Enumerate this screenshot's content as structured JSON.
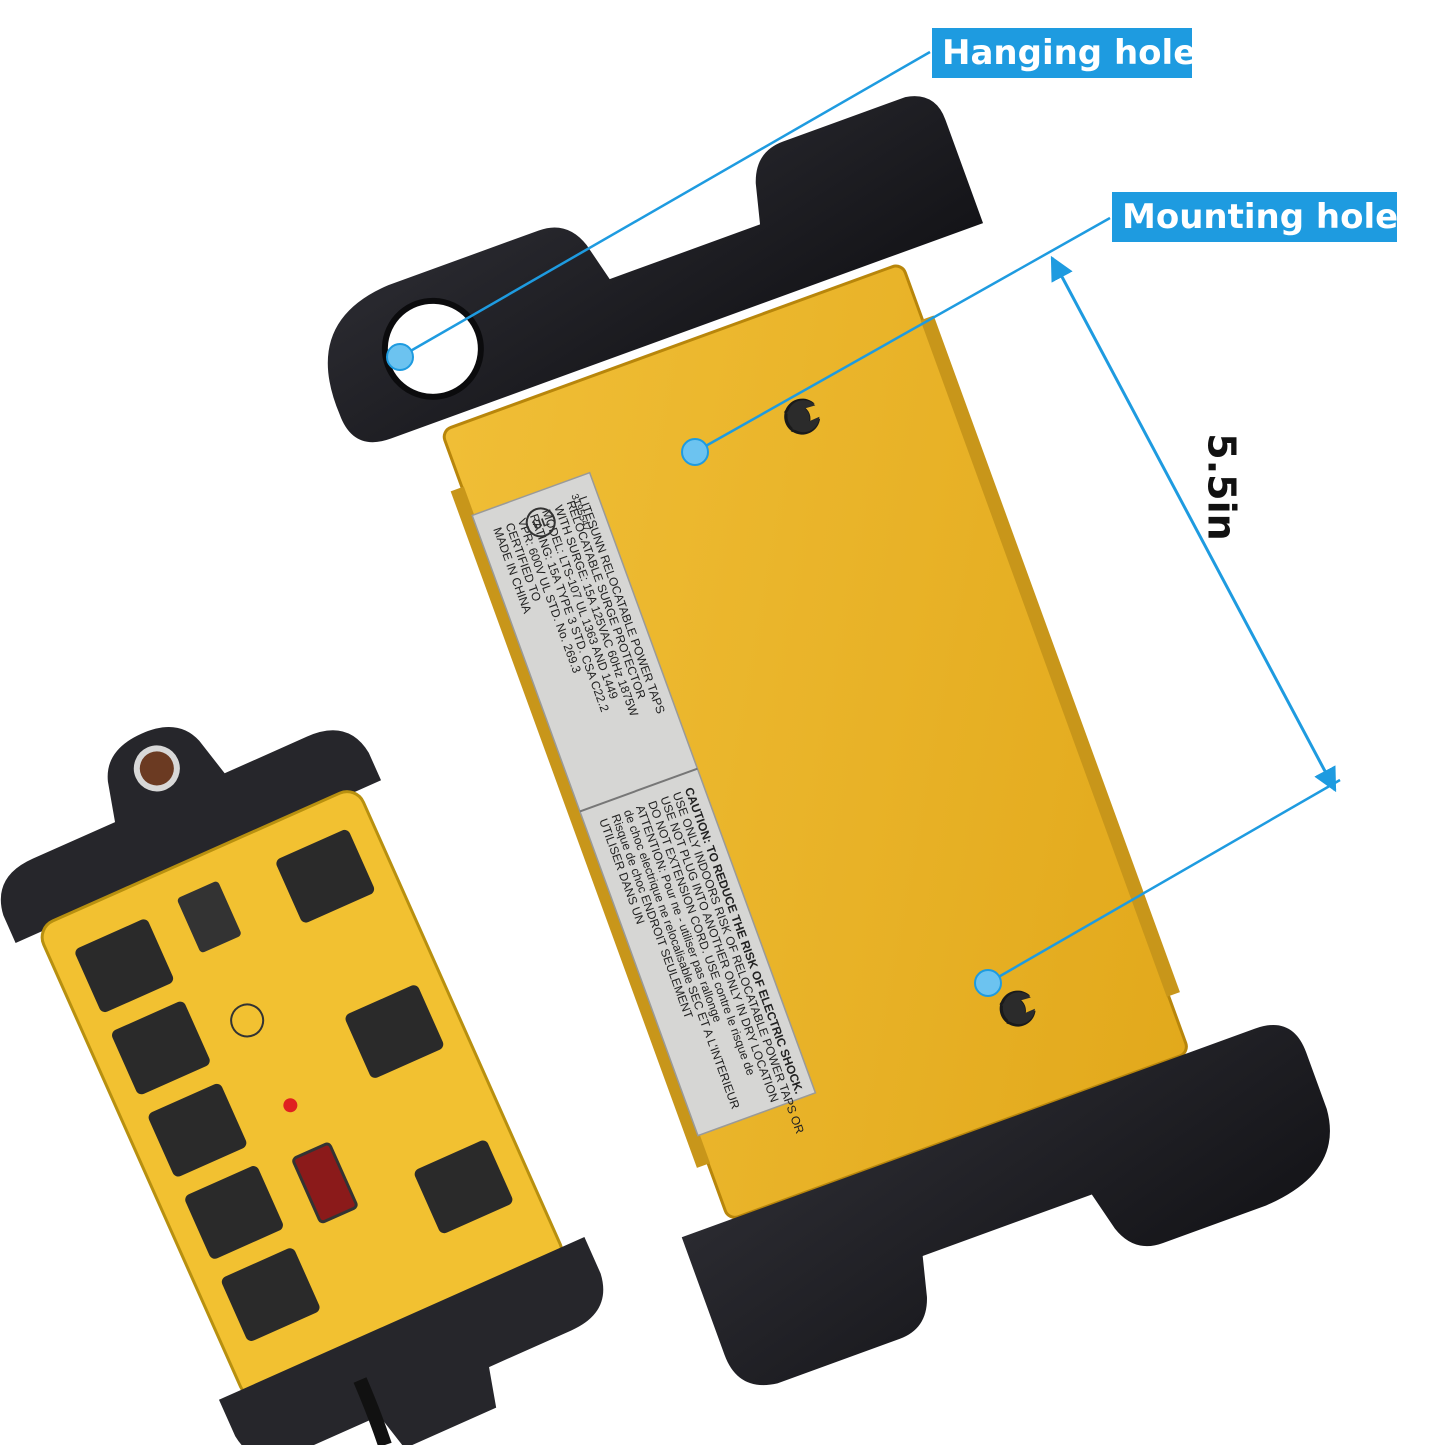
{
  "callouts": {
    "hanging_hole": "Hanging hole",
    "mounting_hole": "Mounting hole"
  },
  "dimension": {
    "spacing_label": "5.5in"
  },
  "label_text": {
    "ratings_lines": [
      "LITESUNN RELOCATABLE POWER TAPS",
      "RELOCATABLE SURGE PROTECTOR",
      "WITH SURGE: 15A 125VAC 60Hz 1875W",
      "MODEL: LTS-107 UL 1363 AND 1449",
      "RATING: 15A TYPE 3 STD. CSA C22.2",
      "VPR: 600V UL STD. No. 269.3",
      "CERTIFIED TO",
      "MADE IN CHINA"
    ],
    "caution_lines": [
      "CAUTION: TO REDUCE THE RISK OF ELECTRIC SHOCK.",
      "USE ONLY INDOORS RISK OF RELOCATABLE POWER TAPS OR",
      "USE NOT PLUG INTO ANOTHER ONLY IN DRY LOCATION",
      "DO NOT EXTENSION CORD. USE contre le risque de",
      "ATTENTION: Pour ne - utiliser pas rallonge",
      "de choc electrique ne relocalisable SEC ET A L'INTERIEUR",
      "Risque de choc ENDROIT SEULEMENT",
      "UTILISER DANS UN"
    ],
    "cert_code": "3195547"
  },
  "colors": {
    "accent_blue": "#1E9BE0",
    "housing_yellow": "#EAB62A",
    "bracket_black": "#1A1A1F",
    "label_gray": "#D6D6D4"
  },
  "icons": {
    "certification_mark": "ul-mark-icon",
    "hole_marker": "blue-dot-icon",
    "dimension_arrow": "double-arrow-icon",
    "brand_logo": "brand-logo-icon"
  }
}
